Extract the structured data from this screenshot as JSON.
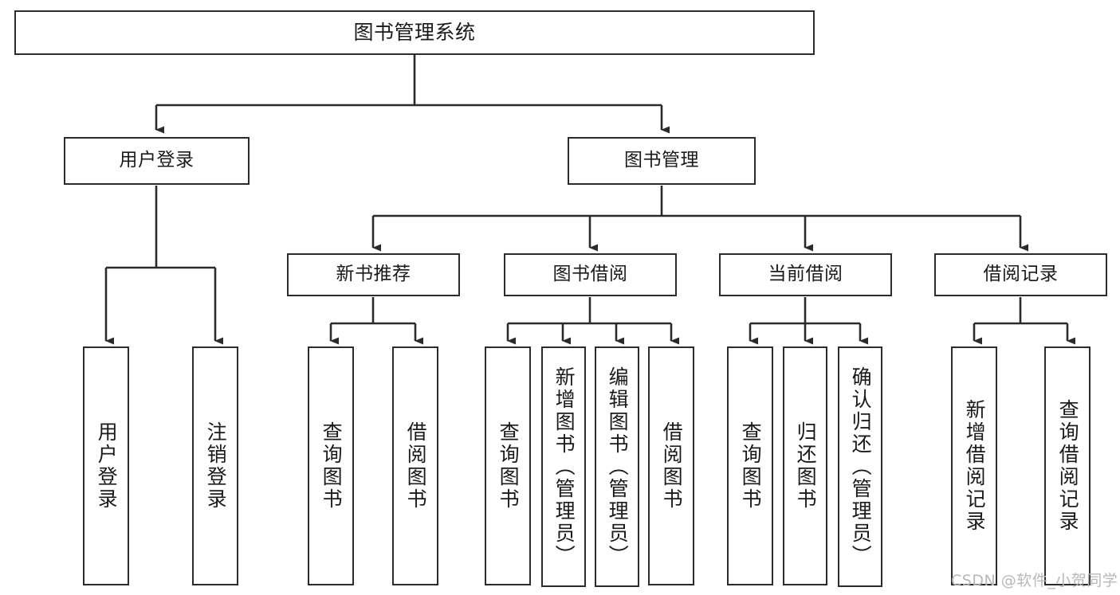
{
  "diagram": {
    "title": "图书管理系统",
    "type": "tree-hierarchy-diagram",
    "watermark": "CSDN @软件_小贺同学",
    "colors": {
      "background": "#ffffff",
      "box_border": "#2b2b2b",
      "box_fill": "#ffffff",
      "connector": "#2b2b2b",
      "text": "#1a1a1a",
      "watermark": "#b8b8b8"
    },
    "levels": {
      "level1": [
        "图书管理系统"
      ],
      "level2": [
        "用户登录",
        "图书管理"
      ],
      "level3": [
        "新书推荐",
        "图书借阅",
        "当前借阅",
        "借阅记录"
      ],
      "level4": [
        "用户登录",
        "注销登录",
        "查询图书",
        "借阅图书",
        "查询图书",
        "新增图书（管理员）",
        "编辑图书（管理员）",
        "借阅图书",
        "查询图书",
        "归还图书",
        "确认归还（管理员）",
        "新增借阅记录",
        "查询借阅记录"
      ]
    },
    "nodes": {
      "root": {
        "label": "图书管理系统"
      },
      "user_login": {
        "label": "用户登录"
      },
      "book_manage": {
        "label": "图书管理"
      },
      "new_book_rec": {
        "label": "新书推荐"
      },
      "book_borrow": {
        "label": "图书借阅"
      },
      "current_borrow": {
        "label": "当前借阅"
      },
      "borrow_record": {
        "label": "借阅记录"
      },
      "leaf_user_login": {
        "label": "用户登录"
      },
      "leaf_logout": {
        "label": "注销登录"
      },
      "leaf_query_book_1": {
        "label": "查询图书"
      },
      "leaf_borrow_book_1": {
        "label": "借阅图书"
      },
      "leaf_query_book_2": {
        "label": "查询图书"
      },
      "leaf_add_book": {
        "label": "新增图书（管理员）"
      },
      "leaf_edit_book": {
        "label": "编辑图书（管理员）"
      },
      "leaf_borrow_book_2": {
        "label": "借阅图书"
      },
      "leaf_query_book_3": {
        "label": "查询图书"
      },
      "leaf_return_book": {
        "label": "归还图书"
      },
      "leaf_confirm_return": {
        "label": "确认归还（管理员）"
      },
      "leaf_add_record": {
        "label": "新增借阅记录"
      },
      "leaf_query_record": {
        "label": "查询借阅记录"
      }
    }
  }
}
